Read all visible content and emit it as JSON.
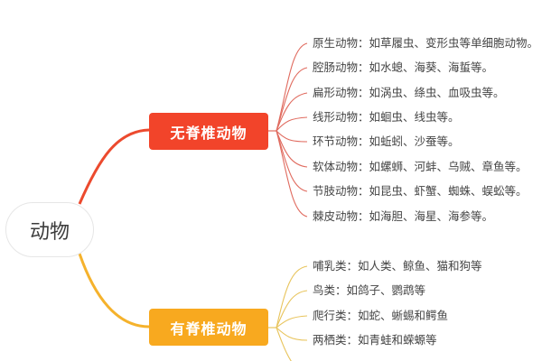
{
  "root": {
    "label": "动物"
  },
  "categories": [
    {
      "label": "无脊椎动物",
      "color": "#f2442a",
      "line_color": "#e06a5e",
      "items": [
        "原生动物：如草履虫、变形虫等单细胞动物。",
        "腔肠动物：如水螅、海葵、海蜇等。",
        "扁形动物：如涡虫、绦虫、血吸虫等。",
        "线形动物：如蛔虫、线虫等。",
        "环节动物：如蚯蚓、沙蚕等。",
        "软体动物：如螺蛳、河蚌、乌贼、章鱼等。",
        "节肢动物：如昆虫、虾蟹、蜘蛛、蜈蚣等。",
        "棘皮动物：如海胆、海星、海参等。"
      ]
    },
    {
      "label": "有脊椎动物",
      "color": "#f8a91f",
      "line_color": "#e8c45c",
      "items": [
        "哺乳类：如人类、鲸鱼、猫和狗等",
        "鸟类：如鸽子、鹦鹉等",
        "爬行类：如蛇、蜥蜴和鳄鱼",
        "两栖类：如青蛙和蝾螈等"
      ]
    }
  ]
}
